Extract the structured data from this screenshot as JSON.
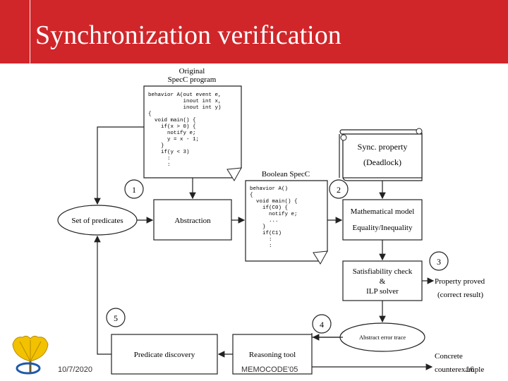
{
  "header": {
    "title": "Synchronization verification"
  },
  "footer": {
    "date": "10/7/2020",
    "conference": "MEMOCODE'05",
    "page": "16"
  },
  "diagram": {
    "original_label_1": "Original",
    "original_label_2": "SpecC program",
    "original_code": [
      "behavior A(out event e,",
      "           inout int x,",
      "           inout int y)",
      "{",
      "  void main() {",
      "    if(x > 0) {",
      "      notify e;",
      "      y = x - 1;",
      "    }",
      "    if(y < 3)",
      "      :",
      "      :"
    ],
    "boolean_label": "Boolean SpecC",
    "boolean_code": [
      "behavior A()",
      "{",
      "  void main() {",
      "    if(C0) {",
      "      notify e;",
      "      ...",
      "    }",
      "    if(C1)",
      "      :",
      "      :"
    ],
    "sync_property_1": "Sync. property",
    "sync_property_2": "(Deadlock)",
    "set_of_predicates": "Set of predicates",
    "abstraction": "Abstraction",
    "math_model_1": "Mathematical model",
    "math_model_2": "Equality/Inequality",
    "sat_1": "Satisfiability check",
    "sat_2": "&",
    "sat_3": "ILP solver",
    "property_proved": "Property proved",
    "correct_result": "(correct result)",
    "abstract_error_trace": "Abstract error trace",
    "predicate_discovery": "Predicate discovery",
    "reasoning_tool": "Reasoning tool",
    "concrete_1": "Concrete",
    "concrete_2": "counterexample",
    "step_1": "1",
    "step_2": "2",
    "step_3": "3",
    "step_4": "4",
    "step_5": "5"
  }
}
